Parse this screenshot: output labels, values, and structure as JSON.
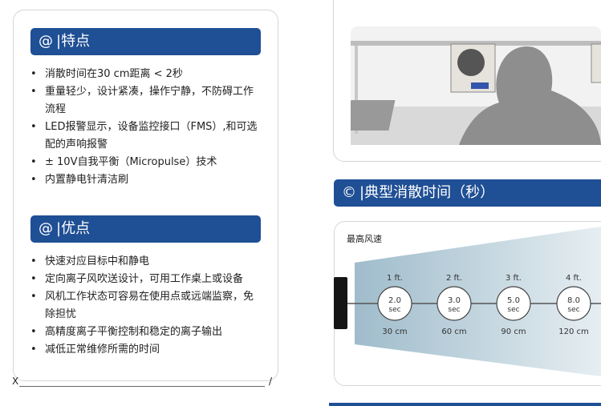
{
  "features": {
    "icon": "@",
    "title": "|特点",
    "items": [
      "消散时间在30 cm距离 < 2秒",
      "重量轻少，设计紧凑，操作宁静，不防碍工作流程",
      "LED报警显示，设备监控接口（FMS）,和可选配的声响报警",
      "± 10V自我平衡（Micropulse）技术",
      "内置静电针清洁刷"
    ]
  },
  "advantages": {
    "icon": "@",
    "title": "|优点",
    "items": [
      "快速对应目标中和静电",
      "定向离子风吹送设计，可用工作桌上或设备",
      "风机工作状态可容易在使用点或远端监察，免除担忧",
      "高精度离子平衡控制和稳定的离子输出",
      "减低正常维修所需的时间"
    ]
  },
  "signature": {
    "prefix": "X",
    "suffix": "/"
  },
  "decay": {
    "icon": "©",
    "title": "|典型消散时间（秒）",
    "speed_label": "最高风速",
    "points": [
      {
        "ft": "1 ft.",
        "time": "2.0",
        "unit": "sec",
        "cm": "30 cm"
      },
      {
        "ft": "2 ft.",
        "time": "3.0",
        "unit": "sec",
        "cm": "60 cm"
      },
      {
        "ft": "3 ft.",
        "time": "5.0",
        "unit": "sec",
        "cm": "90 cm"
      },
      {
        "ft": "4 ft.",
        "time": "8.0",
        "unit": "sec",
        "cm": "120 cm"
      }
    ]
  },
  "colors": {
    "header_blue": "#1f4f94",
    "cone": "#a9c3d0"
  }
}
